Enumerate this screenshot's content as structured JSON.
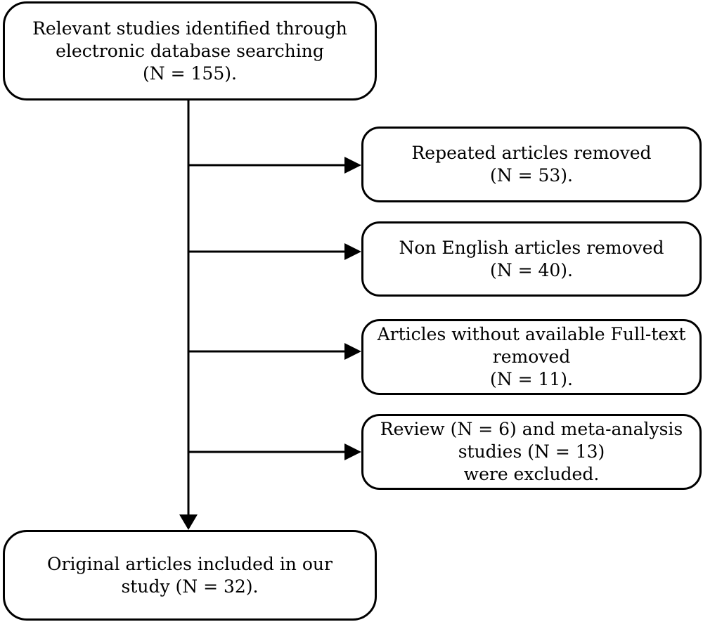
{
  "diagram": {
    "source": {
      "lines": [
        "Relevant studies identified through",
        "electronic database searching",
        "(N = 155)."
      ]
    },
    "exclusions": [
      {
        "id": "repeated",
        "lines": [
          "Repeated articles removed",
          "(N = 53)."
        ]
      },
      {
        "id": "non-english",
        "lines": [
          "Non English articles removed",
          "(N = 40)."
        ]
      },
      {
        "id": "no-fulltext",
        "lines": [
          "Articles without available Full-text",
          "removed",
          "(N = 11)."
        ]
      },
      {
        "id": "review-meta",
        "lines": [
          "Review (N = 6) and meta-analysis",
          "studies (N = 13)",
          "were excluded."
        ]
      }
    ],
    "result": {
      "lines": [
        "Original articles included in our",
        "study (N = 32)."
      ]
    }
  }
}
